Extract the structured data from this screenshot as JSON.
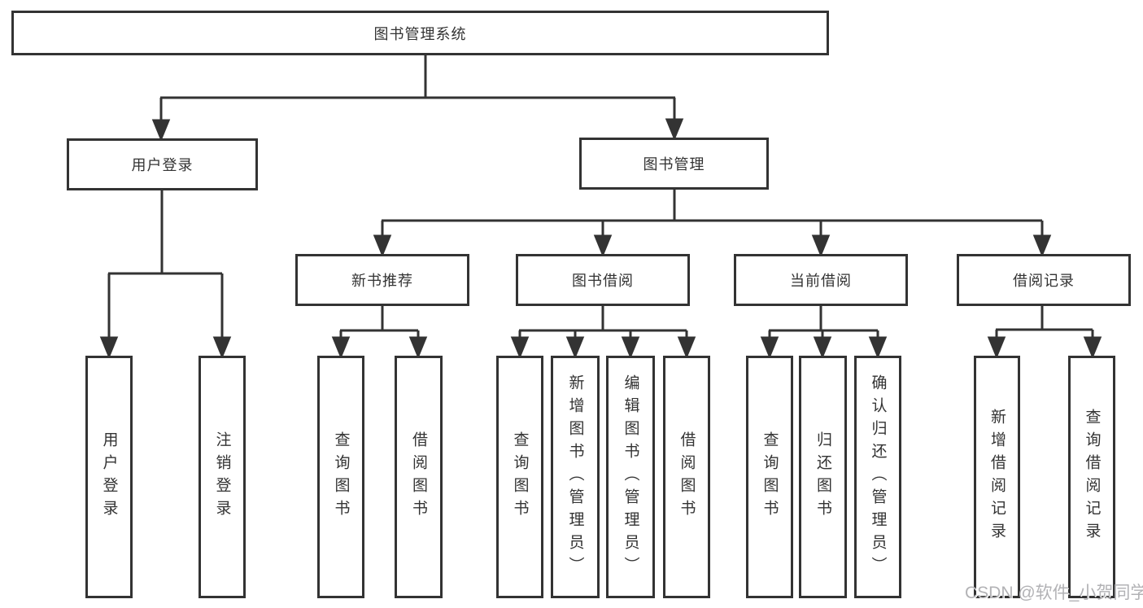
{
  "tree": {
    "label": "图书管理系统",
    "children": [
      {
        "label": "用户登录",
        "children": [
          {
            "label": "用户登录"
          },
          {
            "label": "注销登录"
          }
        ]
      },
      {
        "label": "图书管理",
        "children": [
          {
            "label": "新书推荐",
            "children": [
              {
                "label": "查询图书"
              },
              {
                "label": "借阅图书"
              }
            ]
          },
          {
            "label": "图书借阅",
            "children": [
              {
                "label": "查询图书"
              },
              {
                "label": "新增图书（管理员）"
              },
              {
                "label": "编辑图书（管理员）"
              },
              {
                "label": "借阅图书"
              }
            ]
          },
          {
            "label": "当前借阅",
            "children": [
              {
                "label": "查询图书"
              },
              {
                "label": "归还图书"
              },
              {
                "label": "确认归还（管理员）"
              }
            ]
          },
          {
            "label": "借阅记录",
            "children": [
              {
                "label": "新增借阅记录"
              },
              {
                "label": "查询借阅记录"
              }
            ]
          }
        ]
      }
    ]
  },
  "watermark": {
    "text": "CSDN @软件_小贺同学"
  },
  "colors": {
    "line": "#333333",
    "box_border": "#333333",
    "text": "#333333",
    "watermark": "#b2b2b5",
    "background": "#ffffff"
  }
}
